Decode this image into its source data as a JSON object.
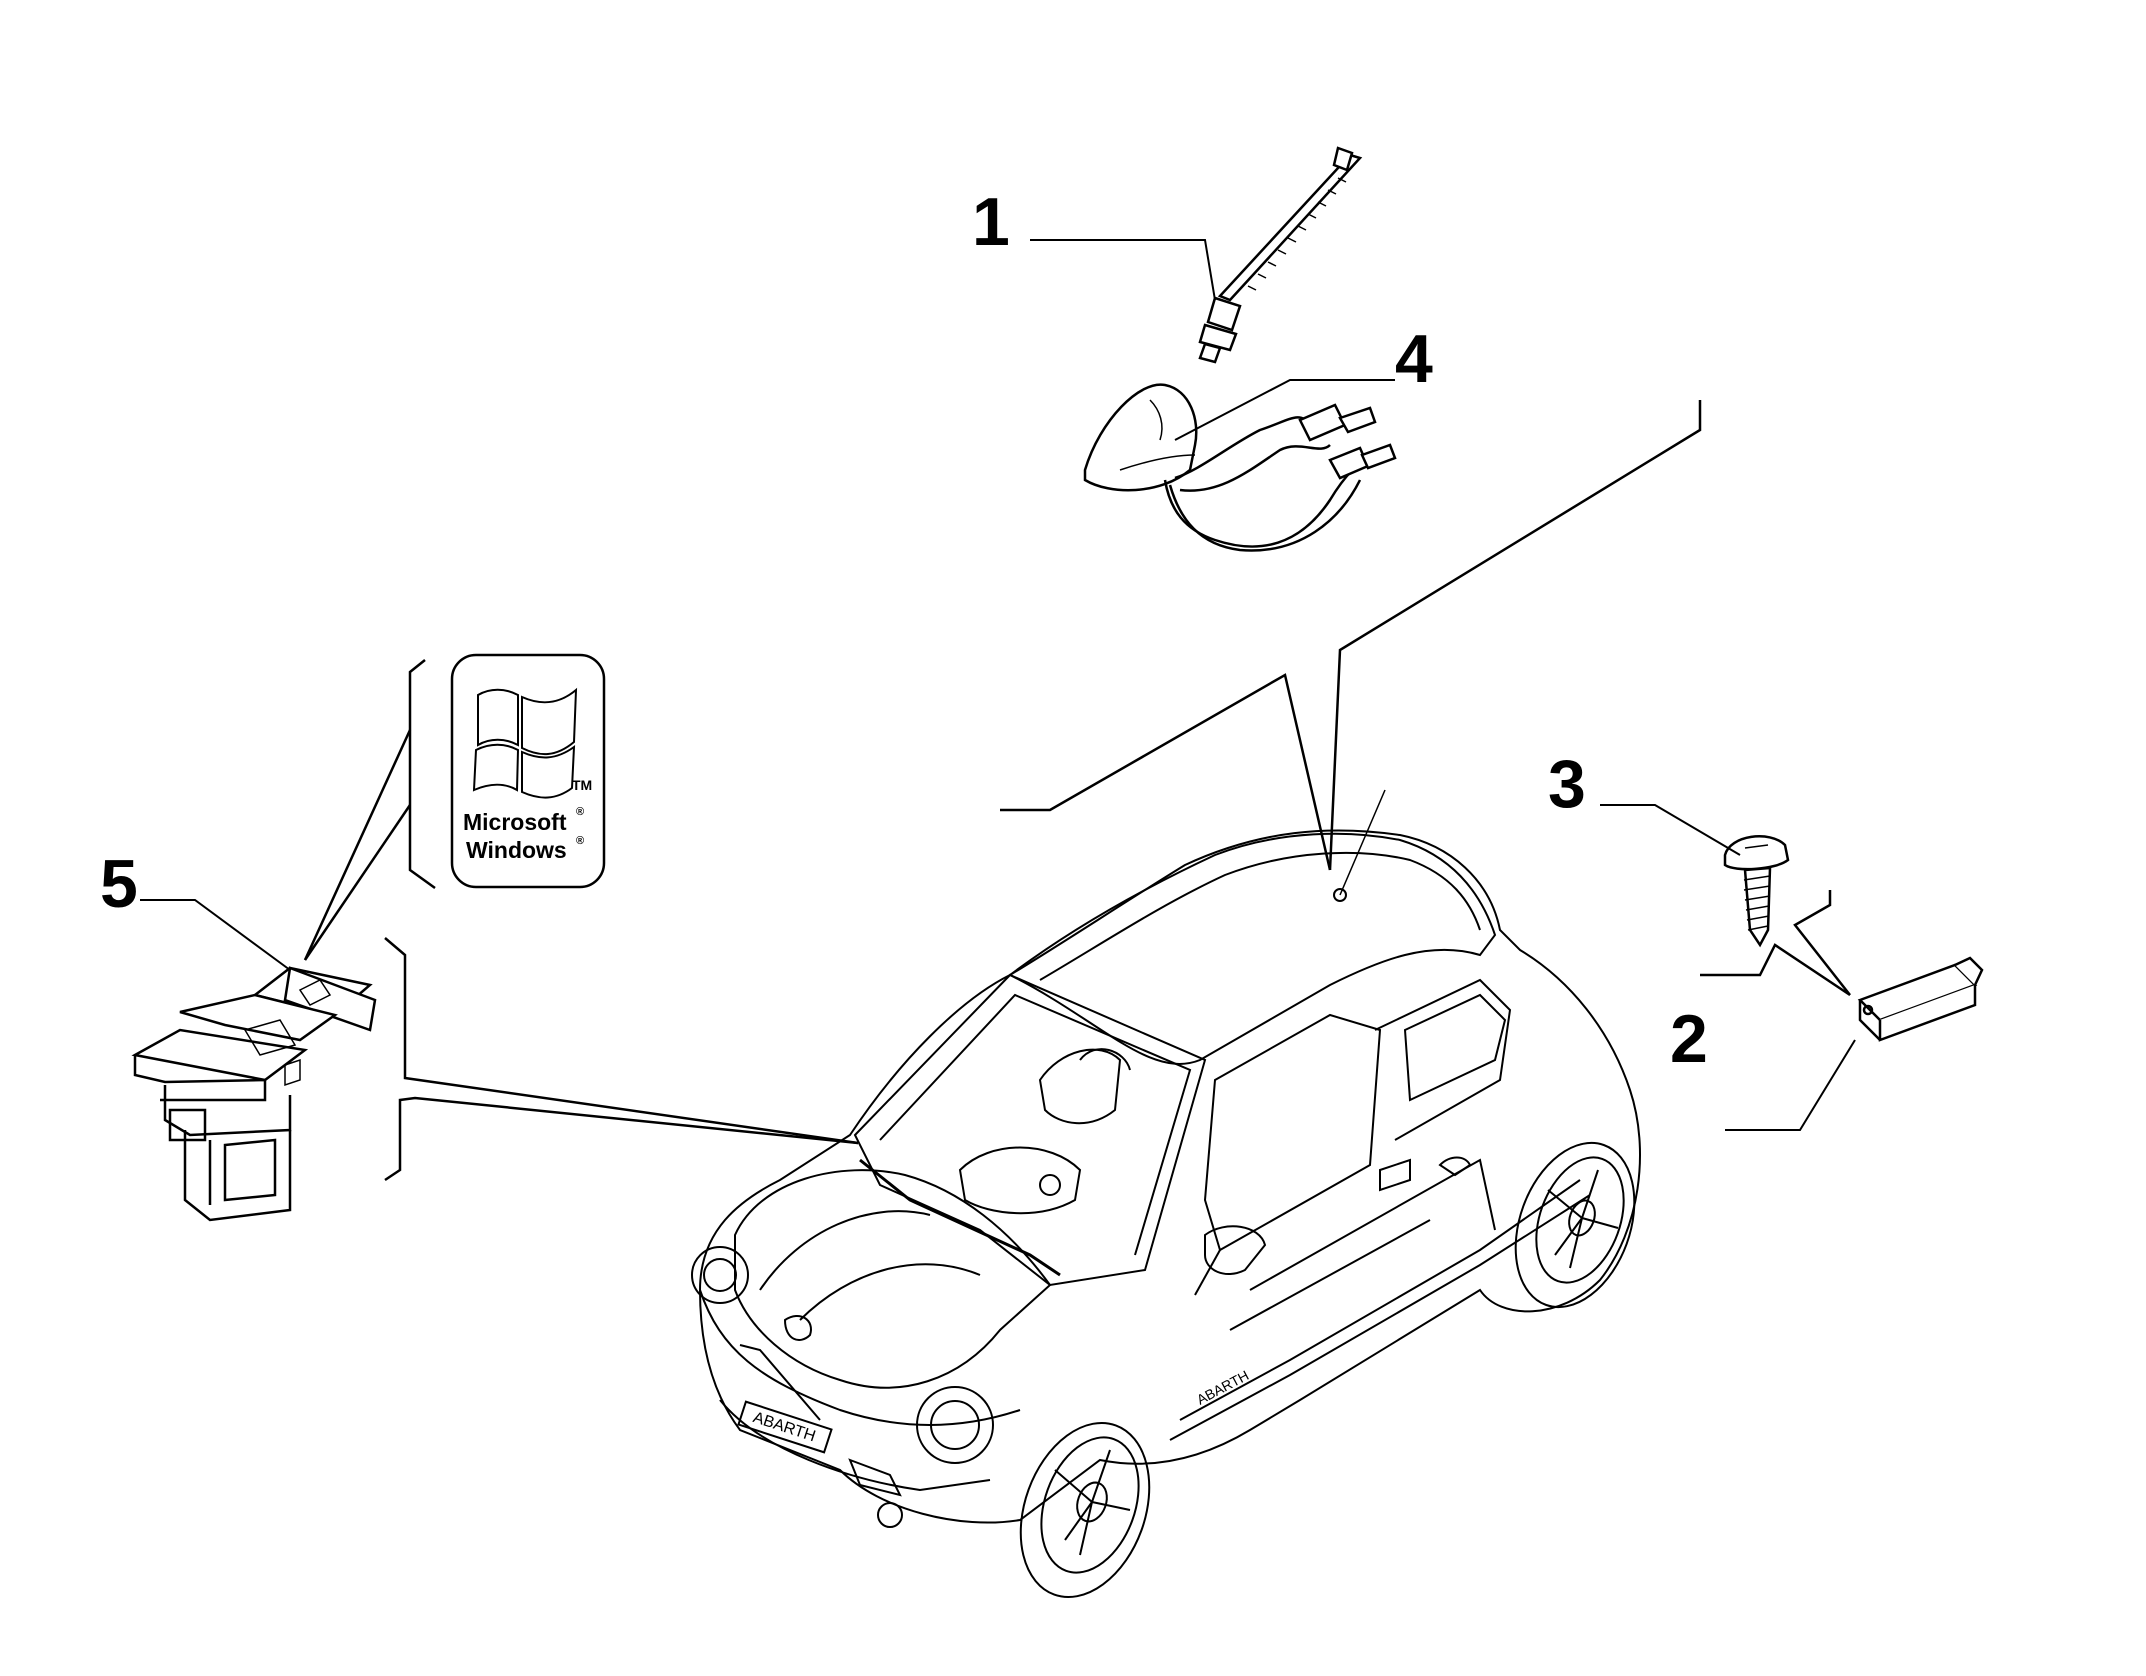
{
  "callouts": {
    "c1": "1",
    "c2": "2",
    "c3": "3",
    "c4": "4",
    "c5": "5"
  },
  "badge": {
    "line1": "Microsoft",
    "line2": "Windows",
    "tm": "TM",
    "reg": "®"
  },
  "car": {
    "plate": "ABARTH",
    "side_badge": "ABARTH"
  }
}
